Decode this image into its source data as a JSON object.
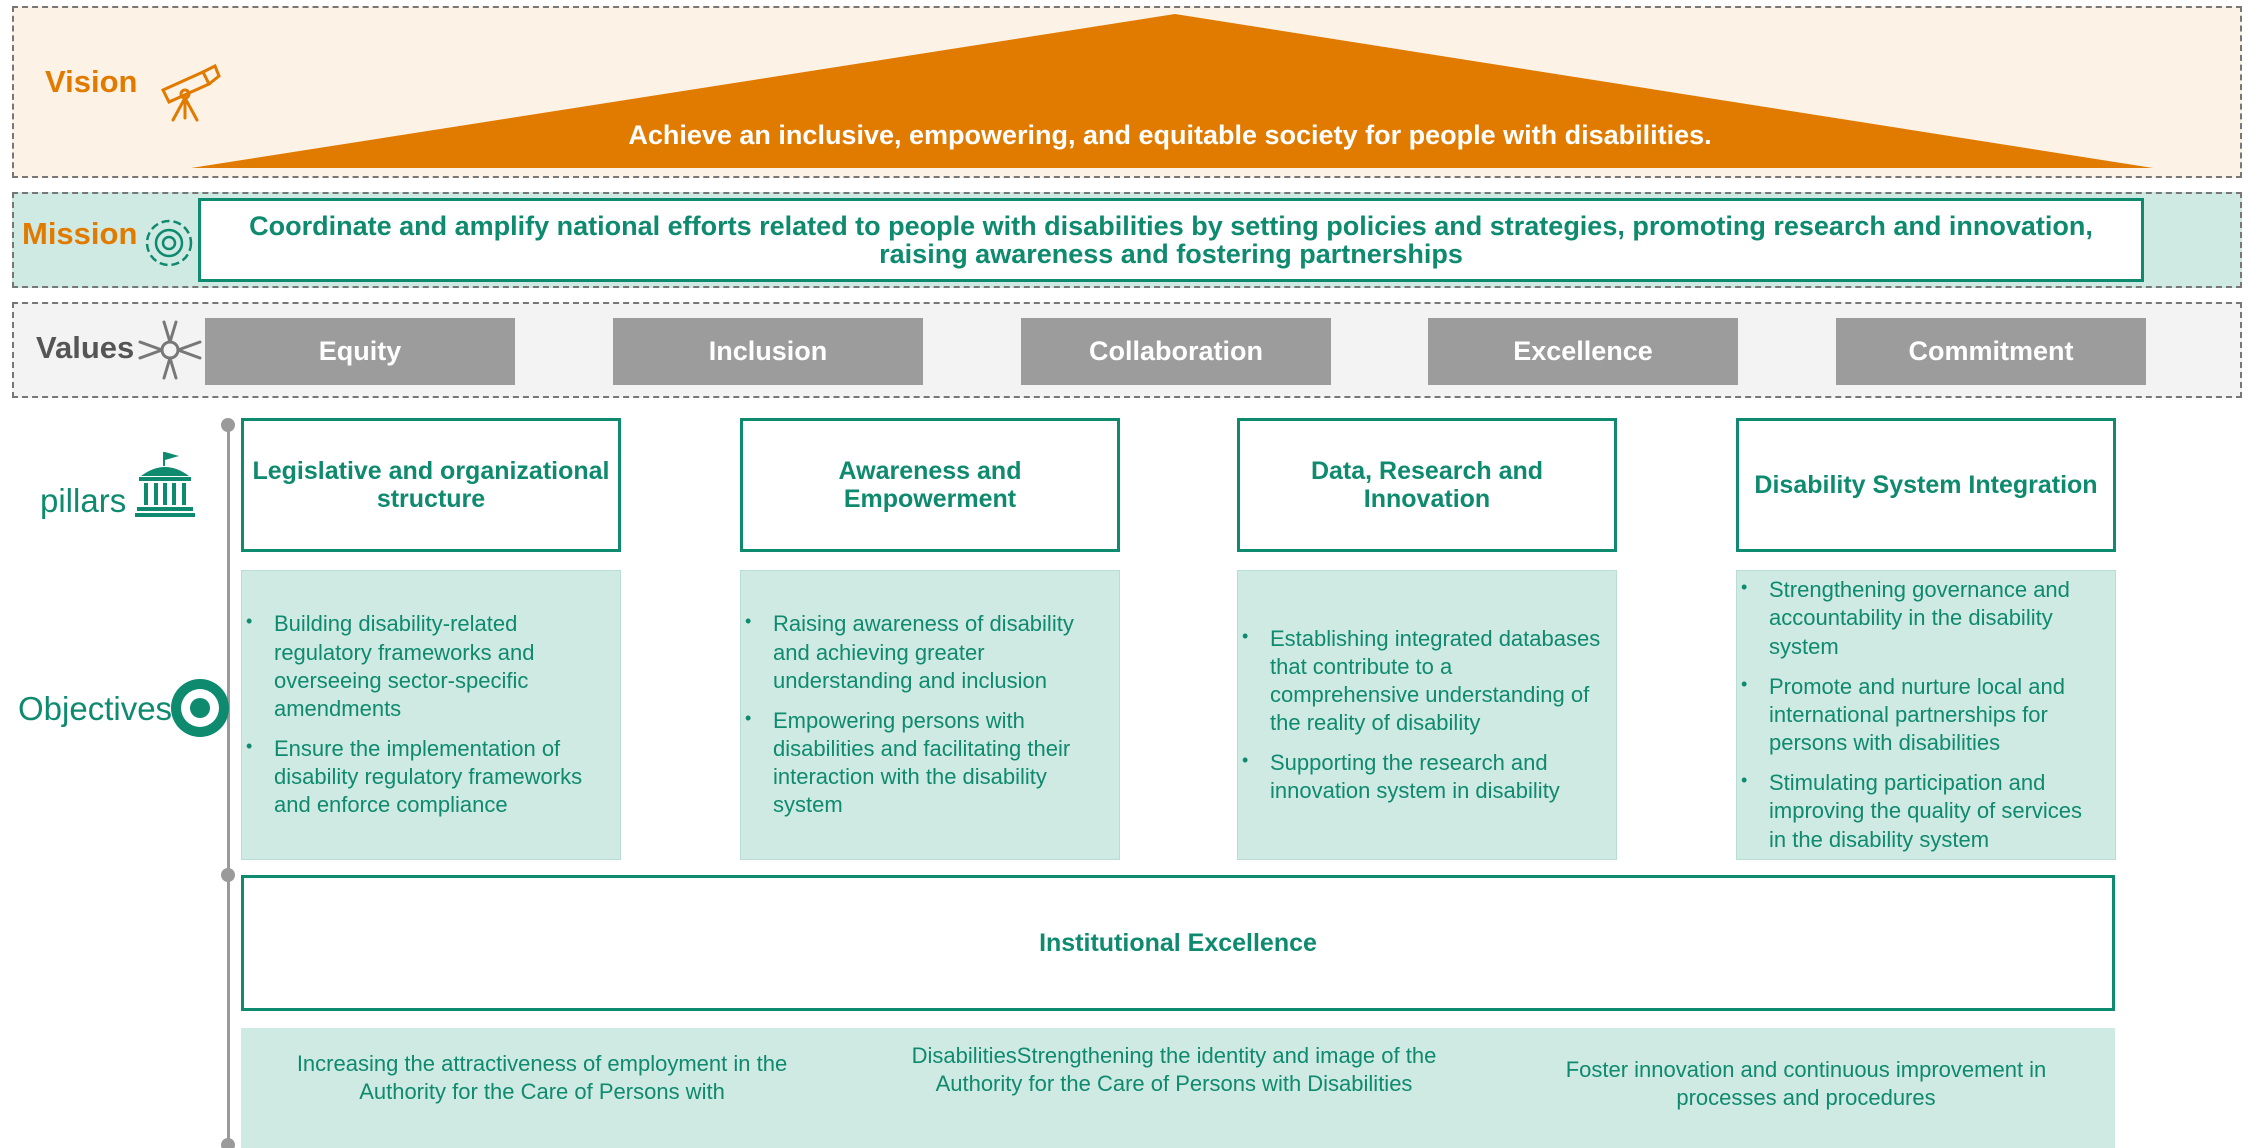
{
  "vision": {
    "label": "Vision",
    "statement": "Achieve an inclusive, empowering, and equitable society for people with disabilities.",
    "icon": "telescope-icon",
    "color": "#e07b00"
  },
  "mission": {
    "label": "Mission",
    "statement": "Coordinate and amplify national efforts related to people with disabilities by setting policies and strategies, promoting research and innovation, raising awareness and fostering partnerships",
    "icon": "gear-target-icon"
  },
  "values": {
    "label": "Values",
    "icon": "joined-hands-icon",
    "items": [
      "Equity",
      "Inclusion",
      "Collaboration",
      "Excellence",
      "Commitment"
    ]
  },
  "rail": {
    "pillars_label": "pillars",
    "objectives_label": "Objectives",
    "pillars_icon": "government-building-icon",
    "objectives_icon": "target-icon"
  },
  "pillars": [
    {
      "title": "Legislative and organizational structure",
      "objectives": [
        "Building disability-related regulatory frameworks and overseeing sector-specific amendments",
        "Ensure the implementation of disability regulatory frameworks and enforce compliance"
      ]
    },
    {
      "title": "Awareness and Empowerment",
      "objectives": [
        "Raising awareness of disability and achieving greater understanding and inclusion",
        "Empowering persons with disabilities and facilitating their interaction with the disability system"
      ]
    },
    {
      "title": "Data, Research and Innovation",
      "objectives": [
        "Establishing integrated databases that contribute to a comprehensive understanding of the reality of disability",
        "Supporting the research and innovation system in disability"
      ]
    },
    {
      "title": "Disability System Integration",
      "objectives": [
        "Strengthening governance and accountability in the disability system",
        "Promote and nurture local and international partnerships for persons with disabilities",
        "Stimulating participation and improving the quality of services in the disability system"
      ]
    }
  ],
  "institutional": {
    "title": "Institutional Excellence",
    "objectives": [
      "Increasing the attractiveness of employment in the Authority for the Care of Persons with",
      "DisabilitiesStrengthening the identity and image of the Authority for the Care of Persons with Disabilities",
      "Foster innovation and continuous improvement in processes and procedures"
    ]
  },
  "colors": {
    "orange": "#e07b00",
    "green": "#0e8a6f",
    "light_green": "#cfe9e3",
    "gray": "#9c9c9c"
  }
}
